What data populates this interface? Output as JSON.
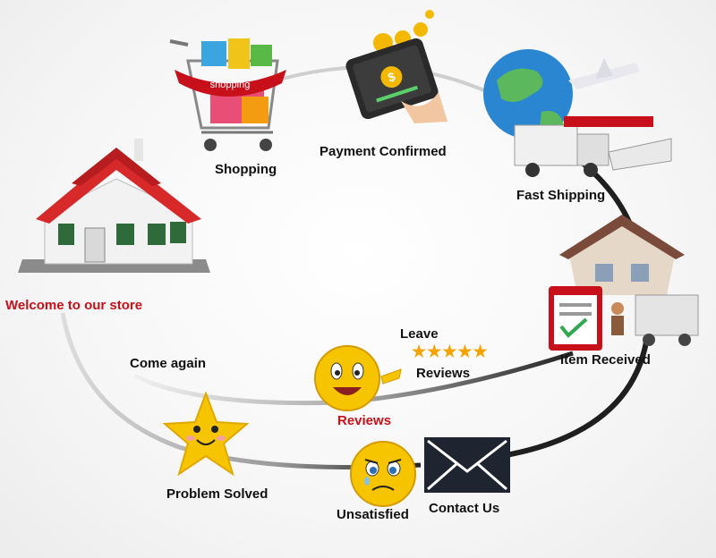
{
  "labels": {
    "welcome": "Welcome to our store",
    "shopping": "Shopping",
    "payment": "Payment Confirmed",
    "shipping": "Fast Shipping",
    "received": "Item Received",
    "leave": "Leave",
    "stars": "★★★★★",
    "reviews_small": "Reviews",
    "reviews_red": "Reviews",
    "come_again": "Come again",
    "unsatisfied": "Unsatisfied",
    "contact": "Contact Us",
    "problem": "Problem Solved",
    "cart_banner": "shopping",
    "coin": "$"
  },
  "colors": {
    "accent_red": "#c8101a",
    "path_dark": "#222222",
    "star_gold": "#f5a300",
    "smiley_yellow": "#f7c500",
    "envelope": "#1f2431"
  }
}
